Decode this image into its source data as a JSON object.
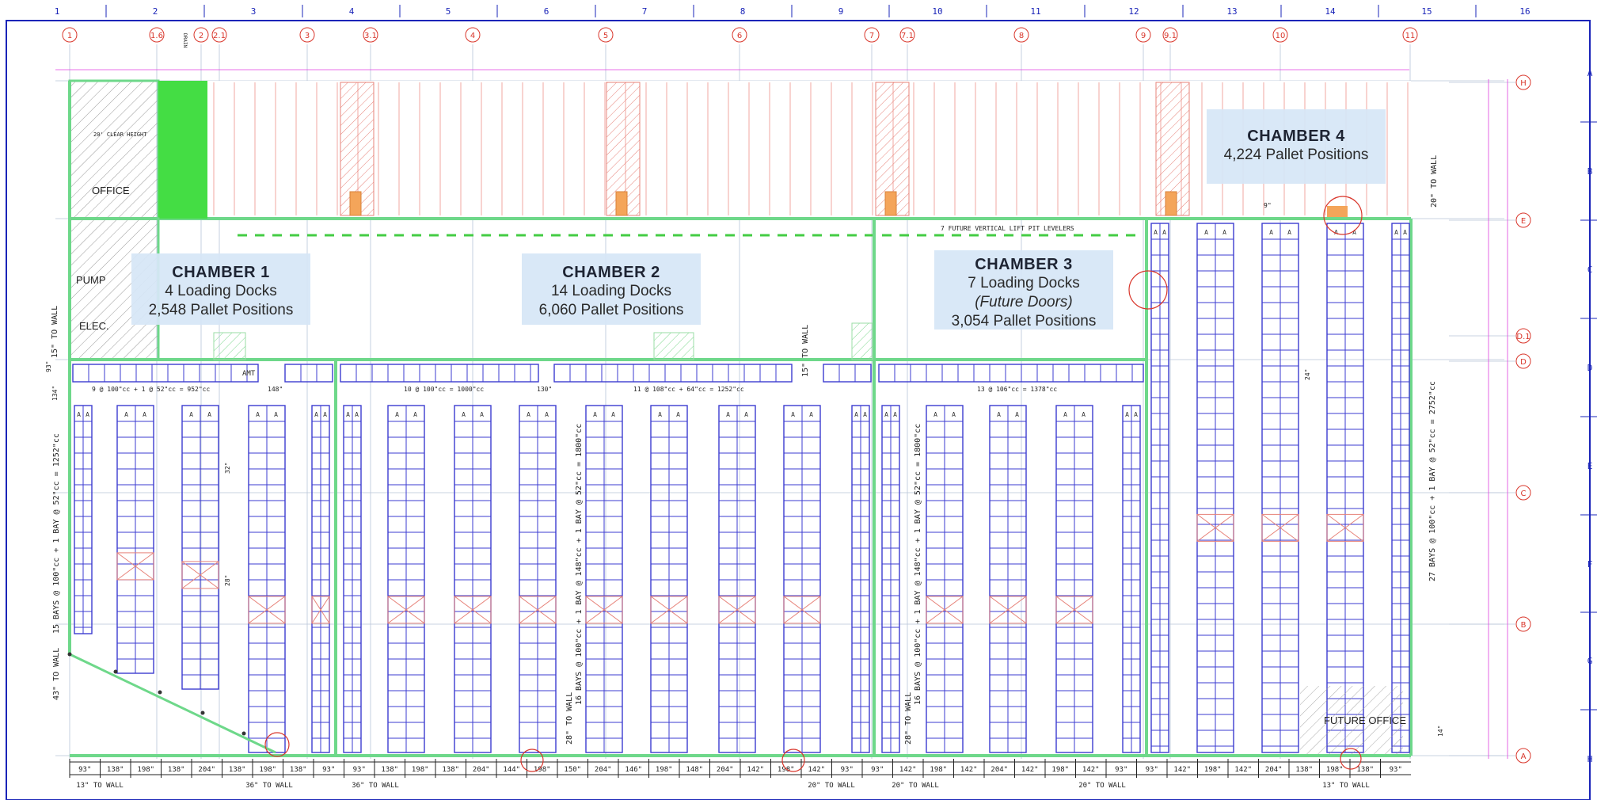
{
  "column_numbers": [
    "1",
    "2",
    "3",
    "4",
    "5",
    "6",
    "7",
    "8",
    "9",
    "10",
    "11",
    "12",
    "13",
    "14",
    "15",
    "16"
  ],
  "row_letters": [
    "A",
    "B",
    "C",
    "D",
    "E",
    "F",
    "G",
    "H"
  ],
  "grid_bubbles_top": [
    "1",
    "1.6",
    "2",
    "2.1",
    "3",
    "3.1",
    "4",
    "5",
    "6",
    "7",
    "7.1",
    "8",
    "9",
    "9.1",
    "10",
    "11"
  ],
  "grid_bubbles_right": [
    "H",
    "E",
    "D.1",
    "D",
    "C",
    "B",
    "A"
  ],
  "chambers": [
    {
      "title": "CHAMBER 1",
      "lines": [
        "4 Loading Docks",
        "2,548 Pallet Positions"
      ]
    },
    {
      "title": "CHAMBER 2",
      "lines": [
        "14 Loading Docks",
        "6,060 Pallet Positions"
      ]
    },
    {
      "title": "CHAMBER 3",
      "lines": [
        "7 Loading Docks",
        "(Future Doors)",
        "3,054 Pallet Positions"
      ]
    },
    {
      "title": "CHAMBER 4",
      "lines": [
        "4,224 Pallet Positions"
      ]
    }
  ],
  "rooms": {
    "office": "OFFICE",
    "pump": "PUMP",
    "elec": "ELEC.",
    "future_office": "FUTURE OFFICE"
  },
  "notes": {
    "clear_height": "20' CLEAR HEIGHT",
    "drain": "DRAIN",
    "future_levelers": "7 FUTURE VERTICAL LIFT PIT LEVELERS",
    "ch1_bays": "9 @ 100\"cc + 1 @ 52\"cc = 952\"cc",
    "ch2_bays": "10 @ 100\"cc = 1000\"cc",
    "ch2b_bays": "11 @ 108\"cc + 64\"cc = 1252\"cc",
    "ch3_bays": "13 @ 106\"cc = 1378\"cc",
    "left_vertical": "15 BAYS @ 100\"cc + 1 BAY @ 52\"cc = 1252\"cc",
    "mid_vertical": "16 BAYS @ 100\"cc + 1 BAY @ 148\"cc + 1 BAY @ 52\"cc = 1800\"cc",
    "ch3_vertical": "16 BAYS @ 100\"cc + 1 BAY @ 148\"cc + 1 BAY @ 52\"cc = 1800\"cc",
    "right_vertical": "27 BAYS @ 100\"cc + 1 BAY @ 52\"cc = 2752\"cc",
    "to_wall_15": "15\" TO WALL",
    "to_wall_15b": "15\" TO WALL",
    "to_wall_43": "43\" TO WALL",
    "to_wall_28": "28\" TO WALL",
    "to_wall_28b": "28\" TO WALL",
    "to_wall_20": "20\" TO WALL",
    "dim_134": "134\"",
    "dim_93": "93\"",
    "dim_148": "148\"",
    "dim_130": "130\"",
    "dim_9": "9\"",
    "dim_32": "32\"",
    "dim_28": "28\"",
    "dim_14": "14\"",
    "dim_24": "24\"",
    "amt": "AMT"
  },
  "bottom_dims": [
    "93\"",
    "138\"",
    "198\"",
    "138\"",
    "204\"",
    "138\"",
    "198\"",
    "138\"",
    "93\"",
    "93\"",
    "138\"",
    "198\"",
    "138\"",
    "204\"",
    "144\"",
    "198\"",
    "150\"",
    "204\"",
    "146\"",
    "198\"",
    "148\"",
    "204\"",
    "142\"",
    "198\"",
    "142\"",
    "93\"",
    "93\"",
    "142\"",
    "198\"",
    "142\"",
    "204\"",
    "142\"",
    "198\"",
    "142\"",
    "93\"",
    "93\"",
    "142\"",
    "198\"",
    "142\"",
    "204\"",
    "138\"",
    "198\"",
    "138\"",
    "93\""
  ],
  "bottom_wall_notes": [
    "13\" TO WALL",
    "36\" TO WALL",
    "36\" TO WALL",
    "20\" TO WALL",
    "20\" TO WALL",
    "20\" TO WALL",
    "13\" TO WALL"
  ],
  "colors": {
    "grid_blue": "#1a24b8",
    "rack_blue": "#3b3bd0",
    "bubble_red": "#d9362b",
    "wall_green": "#6ed88a",
    "office_green": "#44dd44",
    "hatch_red": "#e7837a",
    "pink_dim": "#e040e0",
    "label_bg": "#d6e6f6",
    "orange_fill": "#f4a55a"
  }
}
